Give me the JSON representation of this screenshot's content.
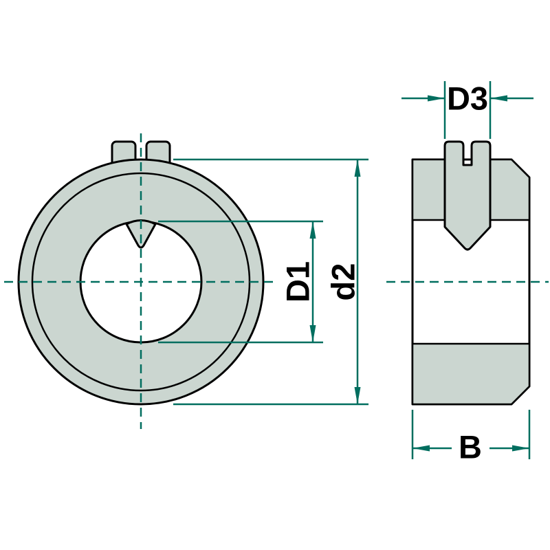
{
  "diagram": {
    "dimension_labels": {
      "bore_diameter": "D1",
      "outer_diameter": "d2",
      "screw_hole_diameter": "D3",
      "width": "B"
    },
    "colors": {
      "part_fill": "#cbd6d0",
      "outline": "#000000",
      "dimension": "#006e5f",
      "background": "#ffffff"
    }
  }
}
